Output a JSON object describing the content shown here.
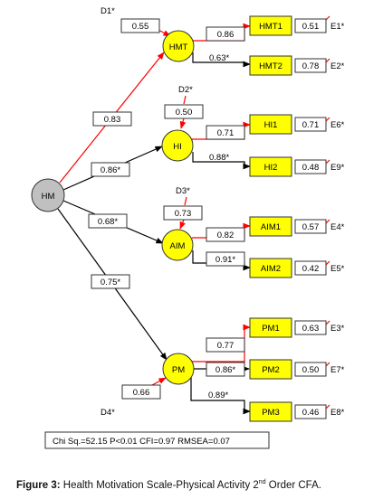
{
  "diagram": {
    "second_order": {
      "id": "HM",
      "label": "HM"
    },
    "factors": [
      {
        "id": "HMT",
        "label": "HMT",
        "loading": "0.83",
        "disturbance": "D1*",
        "disturbance_value": "0.55"
      },
      {
        "id": "HI",
        "label": "HI",
        "loading": "0.86*",
        "disturbance": "D2*",
        "disturbance_value": "0.50"
      },
      {
        "id": "AIM",
        "label": "AIM",
        "loading": "0.68*",
        "disturbance": "D3*",
        "disturbance_value": "0.73"
      },
      {
        "id": "PM",
        "label": "PM",
        "loading": "0.75*",
        "disturbance": "D4*",
        "disturbance_value": "0.66"
      }
    ],
    "indicators": [
      {
        "label": "HMT1",
        "factor": "HMT",
        "loading": "0.86",
        "error_variance": "0.51",
        "error": "E1*"
      },
      {
        "label": "HMT2",
        "factor": "HMT",
        "loading": "0.63*",
        "error_variance": "0.78",
        "error": "E2*"
      },
      {
        "label": "HI1",
        "factor": "HI",
        "loading": "0.71",
        "error_variance": "0.71",
        "error": "E6*"
      },
      {
        "label": "HI2",
        "factor": "HI",
        "loading": "0.88*",
        "error_variance": "0.48",
        "error": "E9*"
      },
      {
        "label": "AIM1",
        "factor": "AIM",
        "loading": "0.82",
        "error_variance": "0.57",
        "error": "E4*"
      },
      {
        "label": "AIM2",
        "factor": "AIM",
        "loading": "0.91*",
        "error_variance": "0.42",
        "error": "E5*"
      },
      {
        "label": "PM1",
        "factor": "PM",
        "loading": "0.77",
        "error_variance": "0.63",
        "error": "E3*"
      },
      {
        "label": "PM2",
        "factor": "PM",
        "loading": "0.86*",
        "error_variance": "0.50",
        "error": "E7*"
      },
      {
        "label": "PM3",
        "factor": "PM",
        "loading": "0.89*",
        "error_variance": "0.46",
        "error": "E8*"
      }
    ],
    "fit_stats": "Chi Sq.=52.15 P<0.01 CFI=0.97 RMSEA=0.07"
  },
  "caption": {
    "prefix": "Figure 3:",
    "text_before_sup": " Health Motivation Scale-Physical Activity 2",
    "sup": "nd",
    "text_after_sup": " Order CFA."
  },
  "colors": {
    "node_fill": "#ffff00",
    "hm_fill": "#c0c0c0",
    "red_arrow": "#ff0000",
    "black_arrow": "#000000"
  }
}
